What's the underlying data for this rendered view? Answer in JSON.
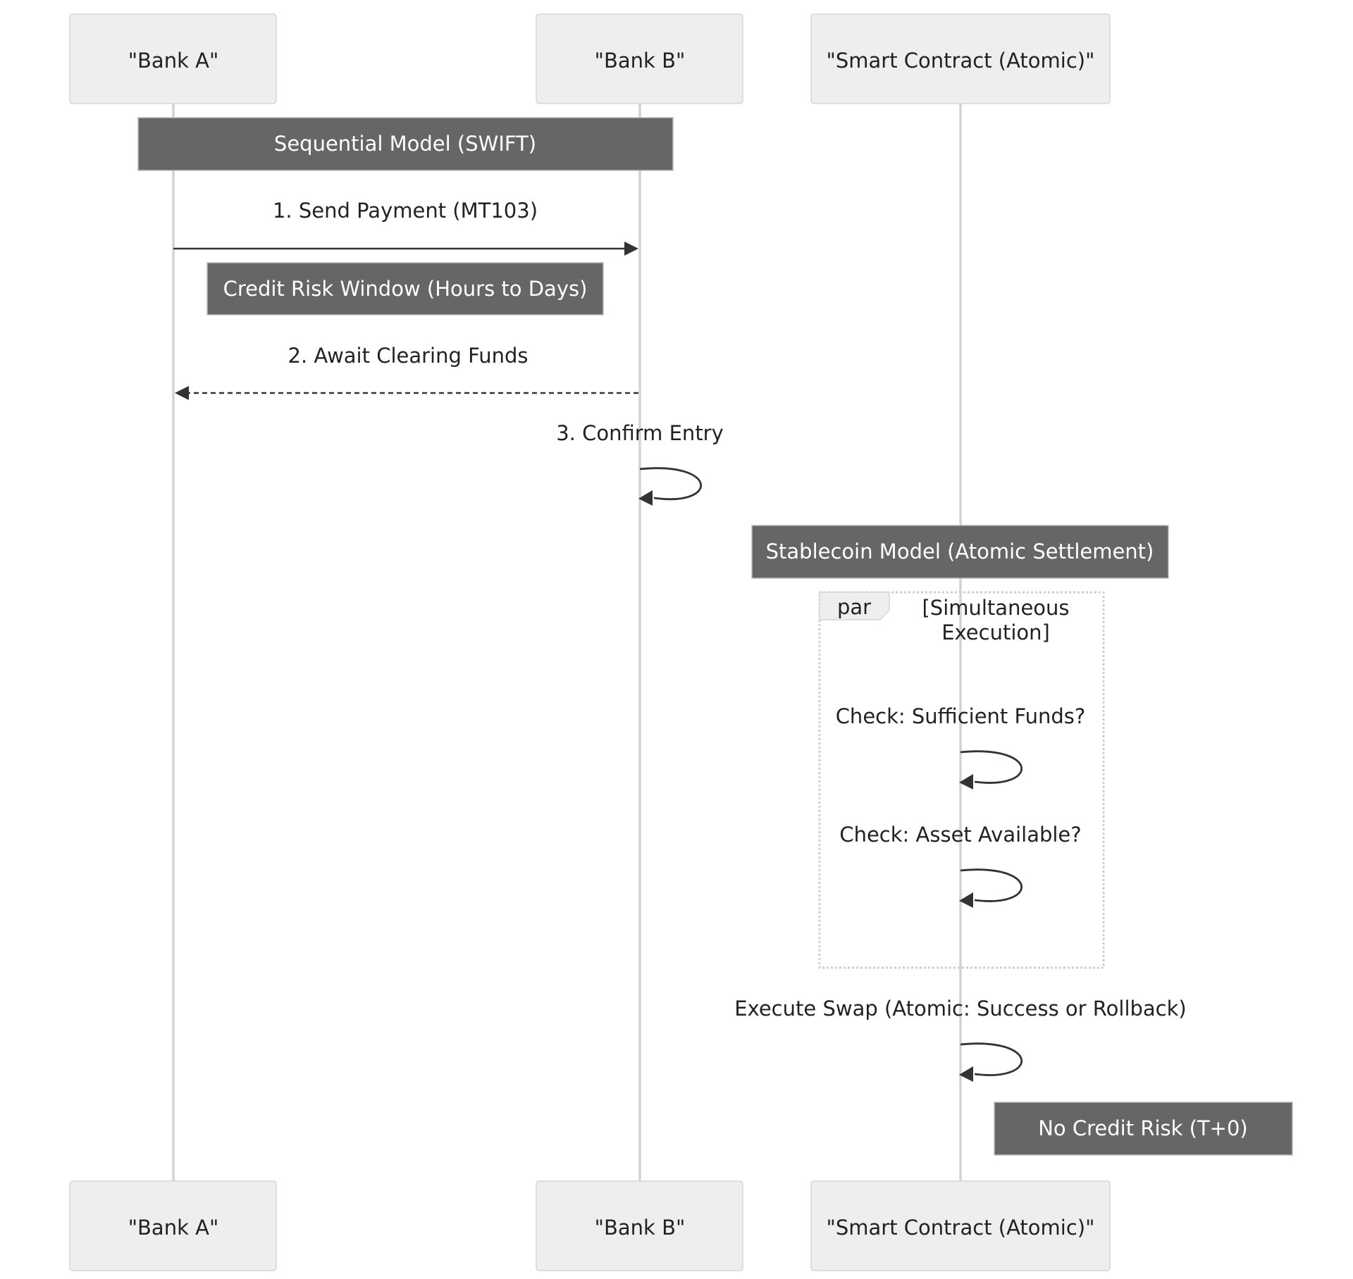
{
  "participants": [
    {
      "id": "bank_a",
      "label": "\"Bank A\""
    },
    {
      "id": "bank_b",
      "label": "\"Bank B\""
    },
    {
      "id": "smart_contract",
      "label": "\"Smart Contract (Atomic)\""
    }
  ],
  "notes": [
    {
      "id": "sequential_model",
      "text": "Sequential Model (SWIFT)"
    },
    {
      "id": "credit_risk_window",
      "text": "Credit Risk Window (Hours to Days)"
    },
    {
      "id": "stablecoin_model",
      "text": "Stablecoin Model (Atomic Settlement)"
    },
    {
      "id": "no_credit_risk",
      "text": "No Credit Risk (T+0)"
    }
  ],
  "messages": [
    {
      "id": "send_payment",
      "from": "bank_a",
      "to": "bank_b",
      "text": "1. Send Payment (MT103)",
      "style": "solid"
    },
    {
      "id": "await_clearing",
      "from": "bank_b",
      "to": "bank_a",
      "text": "2. Await Clearing Funds",
      "style": "dashed"
    },
    {
      "id": "confirm_entry",
      "from": "bank_b",
      "to": "bank_b",
      "text": "3. Confirm Entry",
      "style": "self"
    },
    {
      "id": "check_funds",
      "from": "smart_contract",
      "to": "smart_contract",
      "text": "Check: Sufficient Funds?",
      "style": "self"
    },
    {
      "id": "check_asset",
      "from": "smart_contract",
      "to": "smart_contract",
      "text": "Check: Asset Available?",
      "style": "self"
    },
    {
      "id": "execute_swap",
      "from": "smart_contract",
      "to": "smart_contract",
      "text": "Execute Swap (Atomic: Success or Rollback)",
      "style": "self"
    }
  ],
  "fragment": {
    "keyword": "par",
    "condition_lines": [
      "[Simultaneous",
      "Execution]"
    ]
  }
}
